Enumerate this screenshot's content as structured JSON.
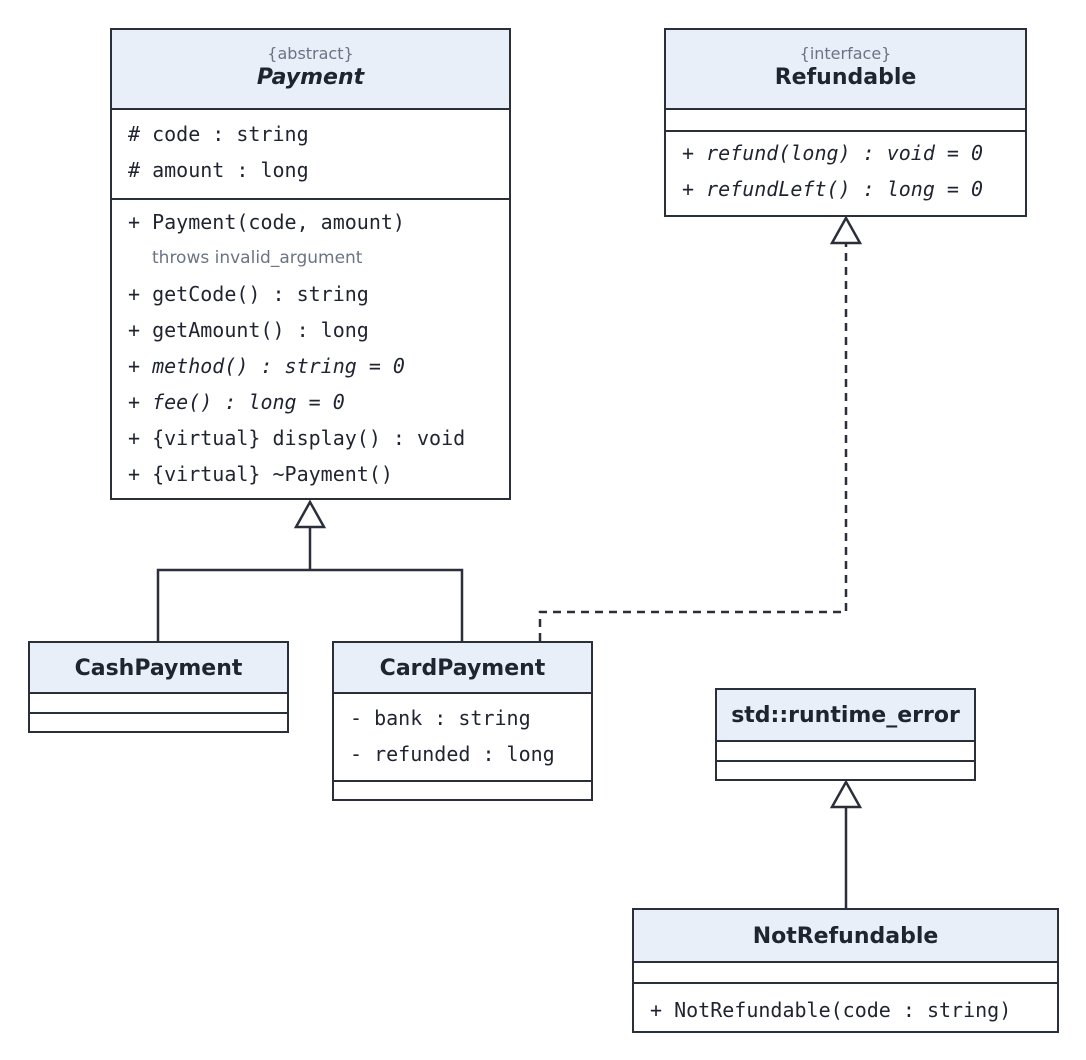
{
  "classes": {
    "payment": {
      "stereotype": "{abstract}",
      "name": "Payment",
      "attributes": [
        "# code : string",
        "# amount : long"
      ],
      "constructor": "+ Payment(code, amount)",
      "constructor_note": "throws invalid_argument",
      "methods": [
        "+ getCode() : string",
        "+ getAmount() : long",
        "+ method() : string = 0",
        "+ fee() : long = 0",
        "+ {virtual} display() : void",
        "+ {virtual} ~Payment()"
      ]
    },
    "refundable": {
      "stereotype": "{interface}",
      "name": "Refundable",
      "methods": [
        "+ refund(long) : void = 0",
        "+ refundLeft() : long = 0"
      ]
    },
    "cash_payment": {
      "name": "CashPayment"
    },
    "card_payment": {
      "name": "CardPayment",
      "attributes": [
        "- bank : string",
        "- refunded : long"
      ]
    },
    "runtime_error": {
      "name": "std::runtime_error"
    },
    "not_refundable": {
      "name": "NotRefundable",
      "methods": [
        "+ NotRefundable(code : string)"
      ]
    }
  },
  "relations": [
    {
      "type": "generalization",
      "from": "CashPayment",
      "to": "Payment"
    },
    {
      "type": "generalization",
      "from": "CardPayment",
      "to": "Payment"
    },
    {
      "type": "realization",
      "from": "CardPayment",
      "to": "Refundable"
    },
    {
      "type": "generalization",
      "from": "NotRefundable",
      "to": "std::runtime_error"
    }
  ],
  "colors": {
    "header_fill": "#e8eff8",
    "line": "#2a2f3a",
    "stereotype_text": "#6b7385"
  }
}
